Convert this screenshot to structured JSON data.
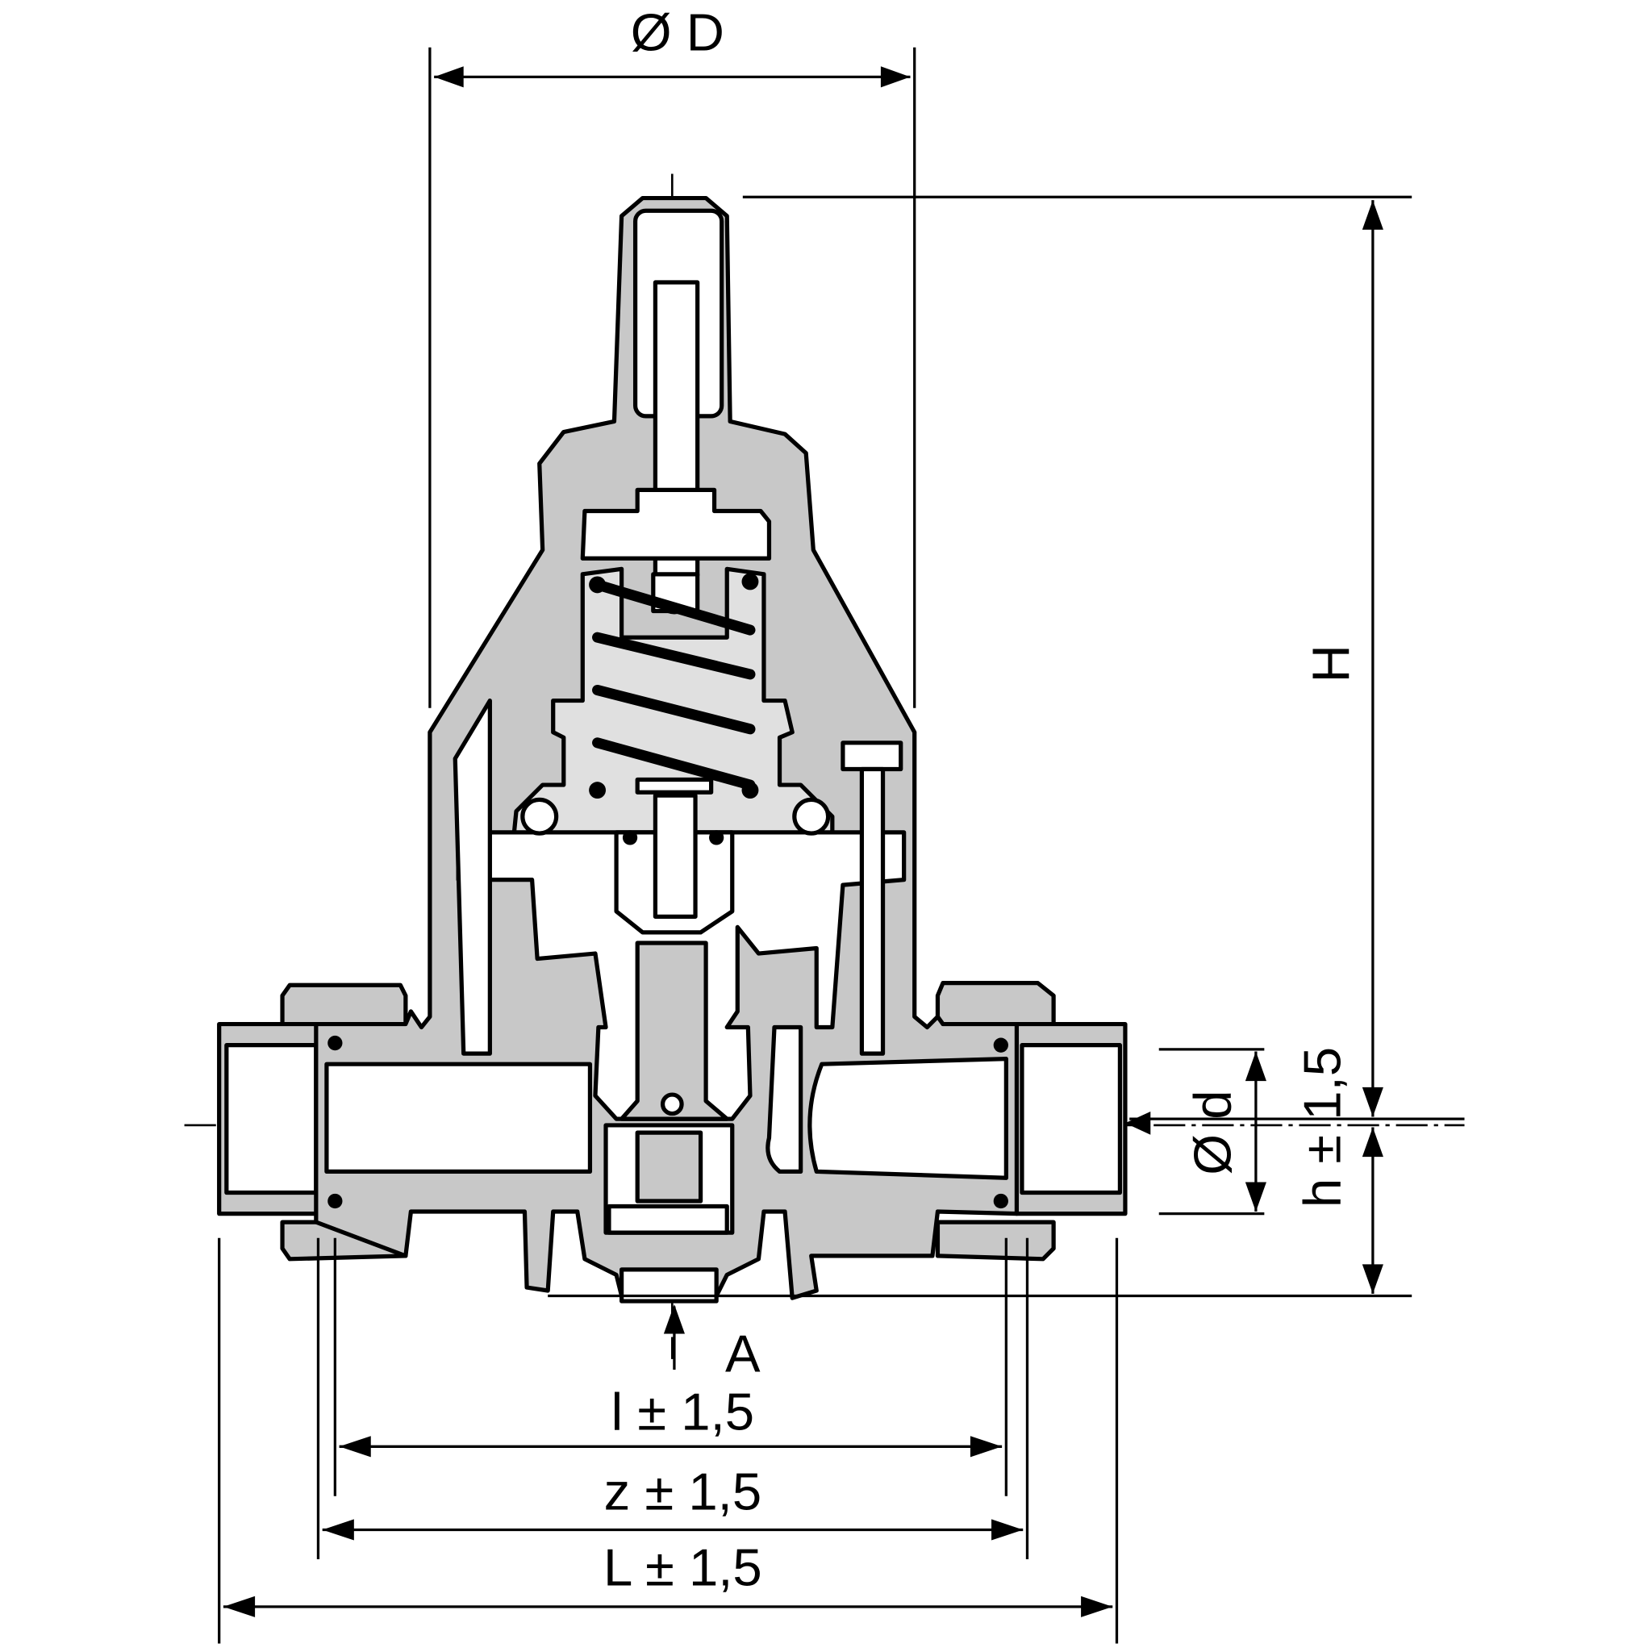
{
  "drawing": {
    "title": "Pressure reducing valve – sectional view with dimensions",
    "labels": {
      "outer_diameter": "Ø D",
      "height": "H",
      "pipe_diameter": "Ø d",
      "center_height": "h ± 1,5",
      "flow_direction": "A",
      "length_l": "l ± 1,5",
      "length_z": "z ± 1,5",
      "length_L": "L ± 1,5"
    },
    "colors": {
      "section_fill": "#c8c8c8",
      "line": "#000000",
      "background": "#ffffff"
    }
  }
}
